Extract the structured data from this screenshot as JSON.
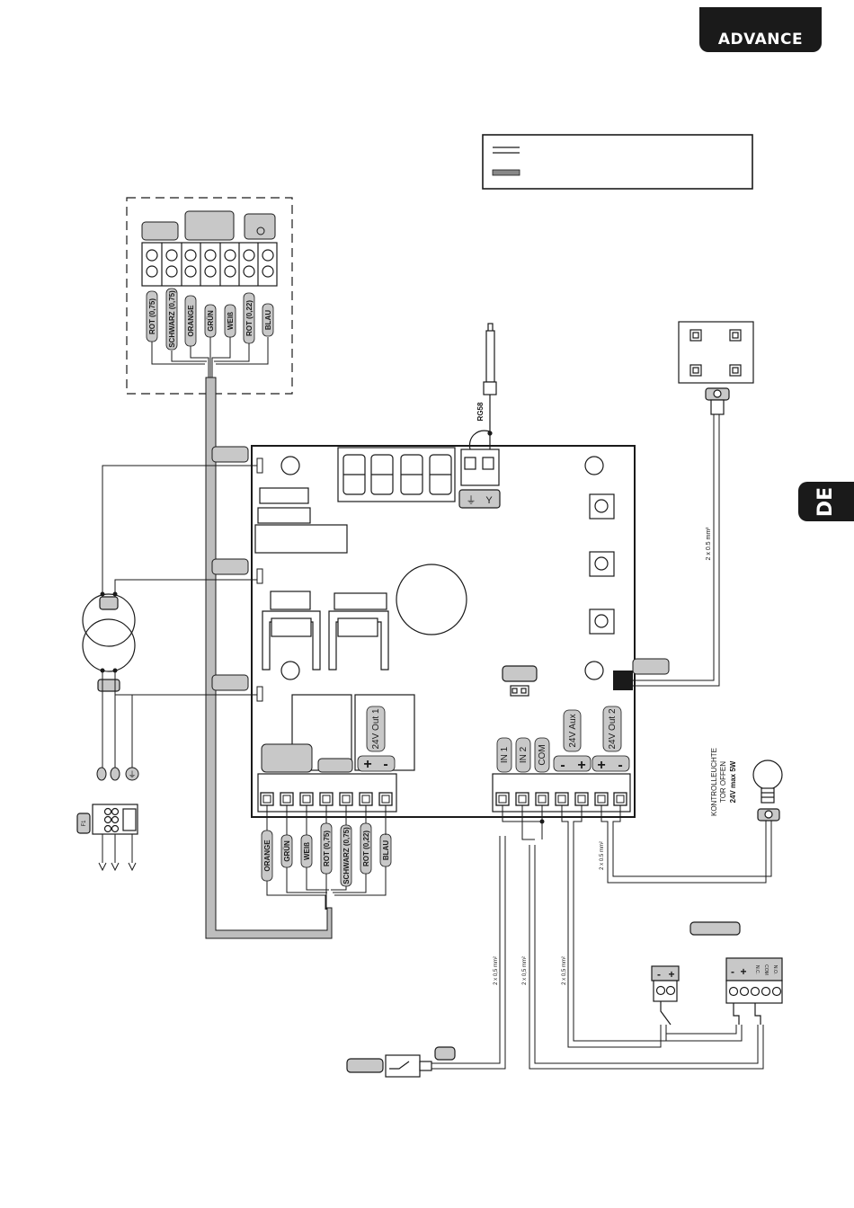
{
  "header": {
    "brand": "ADVANCE"
  },
  "side_tab": {
    "language": "DE"
  },
  "top_terminal": {
    "wires": [
      "ROT (0,75)",
      "SCHWARZ (0,75)",
      "ORANGE",
      "GRÜN",
      "WEIß",
      "ROT (0,22)",
      "BLAU"
    ]
  },
  "bottom_terminal": {
    "wires": [
      "ORANGE",
      "GRÜN",
      "WEIß",
      "ROT (0,75)",
      "SCHWARZ (0,75)",
      "ROT (0,22)",
      "BLAU"
    ]
  },
  "board": {
    "out1": "24V Out 1",
    "aux": "24V Aux",
    "out2": "24V Out 2",
    "in1": "IN 1",
    "in2": "IN 2",
    "com": "COM",
    "plus": "+",
    "minus": "-"
  },
  "antenna": {
    "label": "RG58"
  },
  "cable_labels": {
    "c1": "2 x 0.5 mm²",
    "c2": "2 x 0,5 mm²"
  },
  "lamp": {
    "line1": "KONTROLLEUCHTE",
    "line2": "TOR OFFEN",
    "line3": "24V max 5W"
  },
  "fuse": {
    "label": "F1"
  },
  "photocell_rx": {
    "pins": [
      "N.C.",
      "COM",
      "N.O."
    ]
  },
  "colors": {
    "ink": "#1a1a1a",
    "grey_fill": "#c8c8c8",
    "cable_fill": "#bdbdbd"
  }
}
